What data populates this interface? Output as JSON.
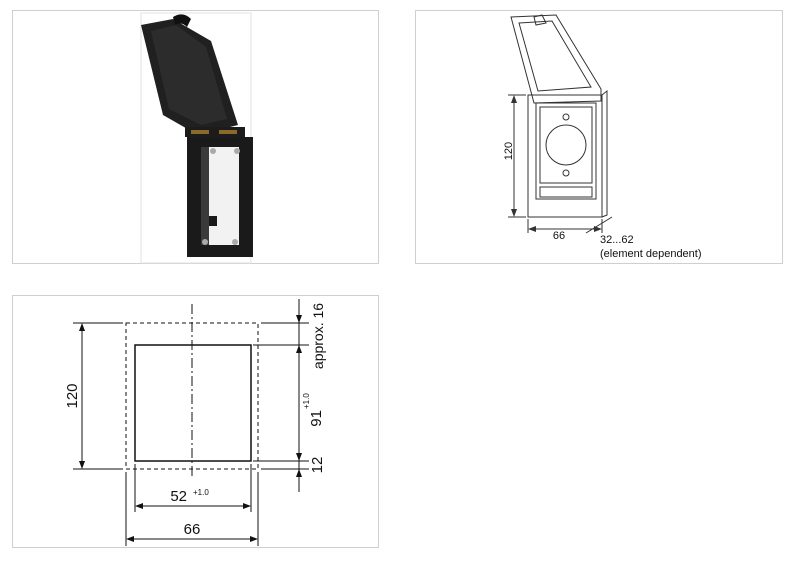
{
  "photo": {
    "subject": "black-hinged-lid-mounting-frame"
  },
  "sketch": {
    "height_dim": "120",
    "width_dim": "66",
    "depth_dim": "32...62",
    "depth_note": "(element dependent)"
  },
  "cutout": {
    "outer_height": "120",
    "top_gap": "approx. 16",
    "inner_height": "91",
    "inner_height_tol": "+1.0",
    "bottom_gap": "12",
    "inner_width": "52",
    "inner_width_tol": "+1.0",
    "outer_width": "66"
  }
}
